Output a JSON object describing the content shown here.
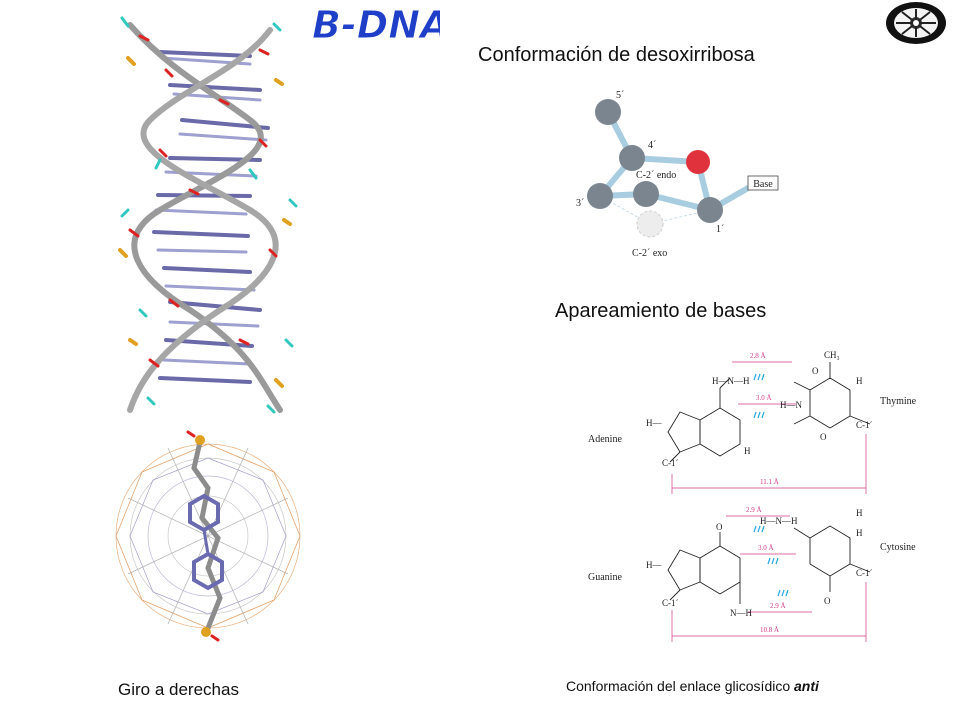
{
  "header": {
    "title": "B-DNA",
    "title_color": "#1f3fc8"
  },
  "sections": {
    "deoxyribose_heading": "Conformación de desoxirribosa",
    "pairing_heading": "Apareamiento de bases"
  },
  "captions": {
    "left": "Giro a  derechas",
    "right_prefix": "Conformación del enlace glicosídico ",
    "right_emphasis": "anti"
  },
  "sugar_diagram": {
    "atom_labels": [
      "5´",
      "4´",
      "3´",
      "1´"
    ],
    "base_label": "Base",
    "endo_label": "C-2´ endo",
    "exo_label": "C-2´ exo",
    "atom_color": "#7a8590",
    "oxygen_color": "#e0323c",
    "bond_color": "#a8cde0"
  },
  "pair_at": {
    "left_name": "Adenine",
    "right_name": "Thymine",
    "methyl": "CH₃",
    "distances": [
      "2.8 Å",
      "3.0 Å",
      "11.1 Å"
    ],
    "c1_left": "C-1´",
    "c1_right": "C-1´"
  },
  "pair_gc": {
    "left_name": "Guanine",
    "right_name": "Cytosine",
    "distances": [
      "2.9 Å",
      "3.0 Å",
      "2.9 Å",
      "10.8 Å"
    ],
    "c1_left": "C-1´",
    "c1_right": "C-1´"
  },
  "colors": {
    "dimension": "#d23c8c",
    "hbond": "#2aa8e0"
  }
}
